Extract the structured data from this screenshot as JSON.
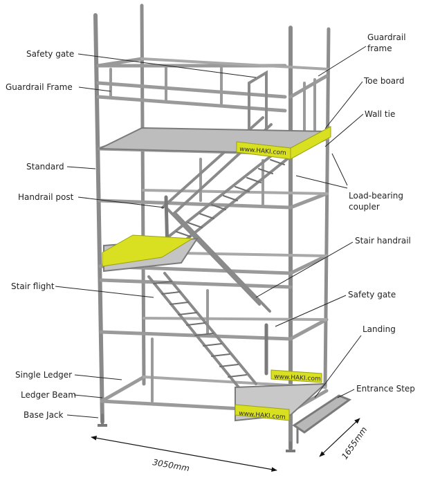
{
  "labels": {
    "safety_gate_top": "Safety gate",
    "guardrail_frame_left": "Guardrail Frame",
    "standard": "Standard",
    "handrail_post": "Handrail post",
    "stair_flight": "Stair flight",
    "single_ledger": "Single Ledger",
    "ledger_beam": "Ledger Beam",
    "base_jack": "Base Jack",
    "guardrail_frame_right_line1": "Guardrail",
    "guardrail_frame_right_line2": "frame",
    "toe_board": "Toe board",
    "wall_tie": "Wall tie",
    "load_bearing_line1": "Load-bearing",
    "load_bearing_line2": "coupler",
    "stair_handrail": "Stair handrail",
    "safety_gate_mid": "Safety gate",
    "landing": "Landing",
    "entrance_step": "Entrance Step"
  },
  "dimensions": {
    "width": "3050mm",
    "depth": "1655mm"
  },
  "brand": {
    "toe_board_text": "www.HAKI.com"
  },
  "colors": {
    "steel": "#8e8e8e",
    "steel_dark": "#5e5e5e",
    "toe_board": "#d9e021",
    "line": "#222222"
  }
}
